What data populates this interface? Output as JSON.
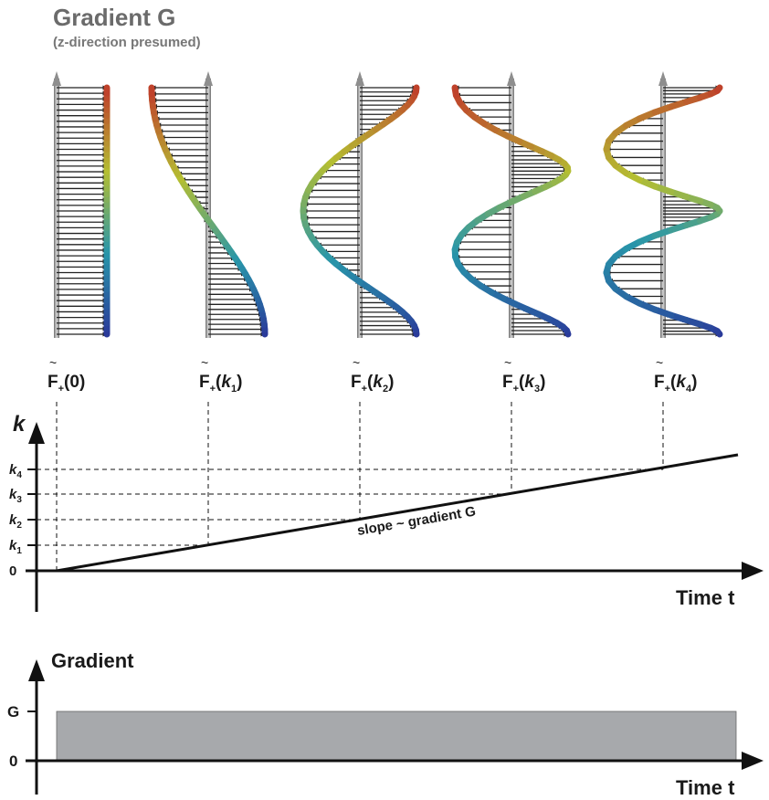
{
  "title": "Gradient G",
  "subtitle": "(z-direction presumed)",
  "snapshots": [
    {
      "label_prefix": "F",
      "label_sub": "+",
      "label_arg": "0"
    },
    {
      "label_prefix": "F",
      "label_sub": "+",
      "label_arg": "k",
      "label_arg_sub": "1"
    },
    {
      "label_prefix": "F",
      "label_sub": "+",
      "label_arg": "k",
      "label_arg_sub": "2"
    },
    {
      "label_prefix": "F",
      "label_sub": "+",
      "label_arg": "k",
      "label_arg_sub": "3"
    },
    {
      "label_prefix": "F",
      "label_sub": "+",
      "label_arg": "k",
      "label_arg_sub": "4"
    }
  ],
  "k_plot": {
    "y_axis_label": "k",
    "x_axis_label": "Time t",
    "y_ticks": [
      {
        "main": "k",
        "sub": "4"
      },
      {
        "main": "k",
        "sub": "3"
      },
      {
        "main": "k",
        "sub": "2"
      },
      {
        "main": "k",
        "sub": "1"
      },
      {
        "main": "0",
        "sub": ""
      }
    ],
    "slope_label": "slope ~ gradient G"
  },
  "gradient_plot": {
    "y_axis_label": "Gradient",
    "x_axis_label": "Time t",
    "y_ticks": [
      "G",
      "0"
    ],
    "bar_color": "#a7a9ac"
  },
  "colors": {
    "helix_start": "#2a3a9a",
    "helix_end": "#c0392b",
    "arrow": "#222222",
    "axis_rod": "#8e8e8e"
  }
}
